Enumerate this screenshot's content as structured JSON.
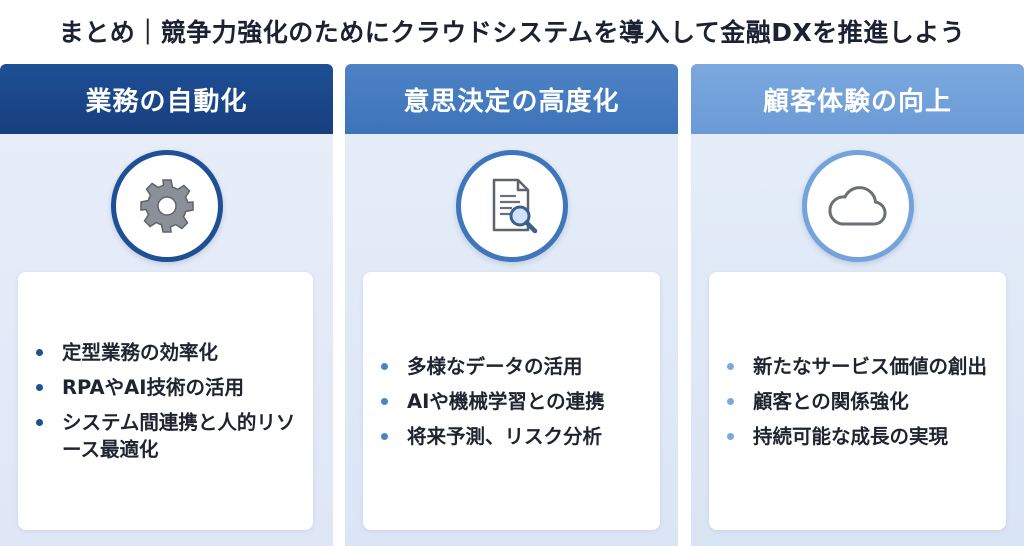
{
  "title": "まとめ｜競争力強化のためにクラウドシステムを導入して金融DXを推進しよう",
  "columns": [
    {
      "header": "業務の自動化",
      "icon": "gear-icon",
      "bullets": [
        "定型業務の効率化",
        "RPAやAI技術の活用",
        "システム間連携と人的リソース最適化"
      ]
    },
    {
      "header": "意思決定の高度化",
      "icon": "document-search-icon",
      "bullets": [
        "多様なデータの活用",
        "AIや機械学習との連携",
        "将来予測、リスク分析"
      ]
    },
    {
      "header": "顧客体験の向上",
      "icon": "cloud-icon",
      "bullets": [
        "新たなサービス価値の創出",
        "顧客との関係強化",
        "持続可能な成長の実現"
      ]
    }
  ],
  "colors": {
    "dark_blue": "#1f4f95",
    "mid_blue": "#4d83c6",
    "light_blue": "#7ba8de"
  }
}
